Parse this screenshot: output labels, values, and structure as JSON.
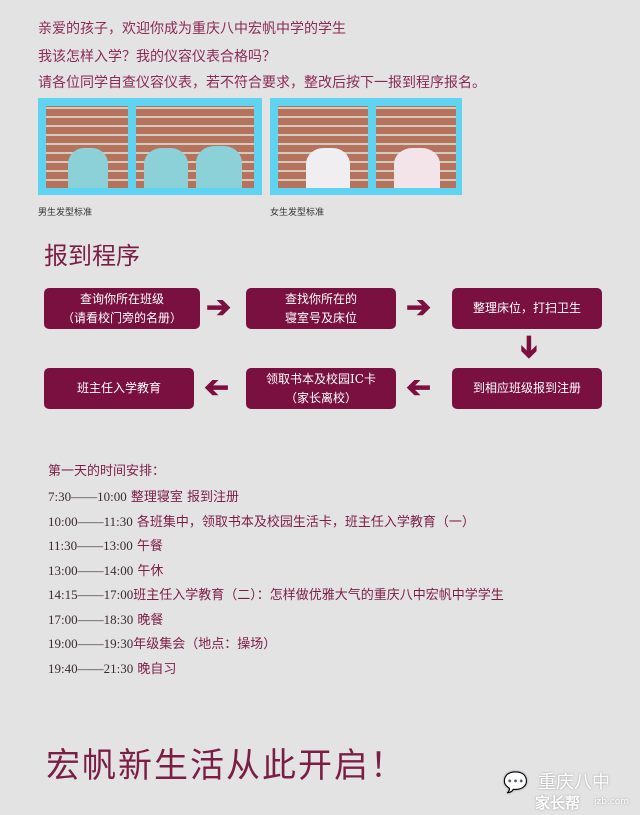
{
  "intro": [
    "亲爱的孩子，欢迎你成为重庆八中宏帆中学的学生",
    "我该怎样入学？我的仪容仪表合格吗？",
    "请各位同学自查仪容仪表，若不符合要求，整改后按下一报到程序报名。"
  ],
  "captions": {
    "boys": "男生发型标准",
    "girls": "女生发型标准"
  },
  "section_title": "报到程序",
  "steps": [
    [
      "查询你所在班级",
      "（请看校门旁的名册）"
    ],
    [
      "查找你所在的",
      "寝室号及床位"
    ],
    [
      "整理床位，打扫卫生"
    ],
    [
      "到相应班级报到注册"
    ],
    [
      "领取书本及校园IC卡",
      "（家长离校）"
    ],
    [
      "班主任入学教育"
    ]
  ],
  "schedule_title": "第一天的时间安排：",
  "schedule": [
    {
      "time": "7:30——10:00",
      "activity": " 整理寝室 报到注册"
    },
    {
      "time": "10:00——11:30",
      "activity": " 各班集中，领取书本及校园生活卡，班主任入学教育（一）"
    },
    {
      "time": "11:30——13:00",
      "activity": " 午餐"
    },
    {
      "time": "13:00——14:00",
      "activity": " 午休"
    },
    {
      "time": "14:15——17:00",
      "activity": "班主任入学教育（二）：怎样做优雅大气的重庆八中宏帆中学学生"
    },
    {
      "time": "17:00——18:30",
      "activity": " 晚餐"
    },
    {
      "time": "19:00——19:30",
      "activity": "年级集会（地点：操场）"
    },
    {
      "time": "19:40——21:30",
      "activity": " 晚自习"
    }
  ],
  "slogan": "宏帆新生活从此开启！",
  "watermark": {
    "account": "重庆八中",
    "site": "家长帮",
    "url": "jzb.com"
  }
}
